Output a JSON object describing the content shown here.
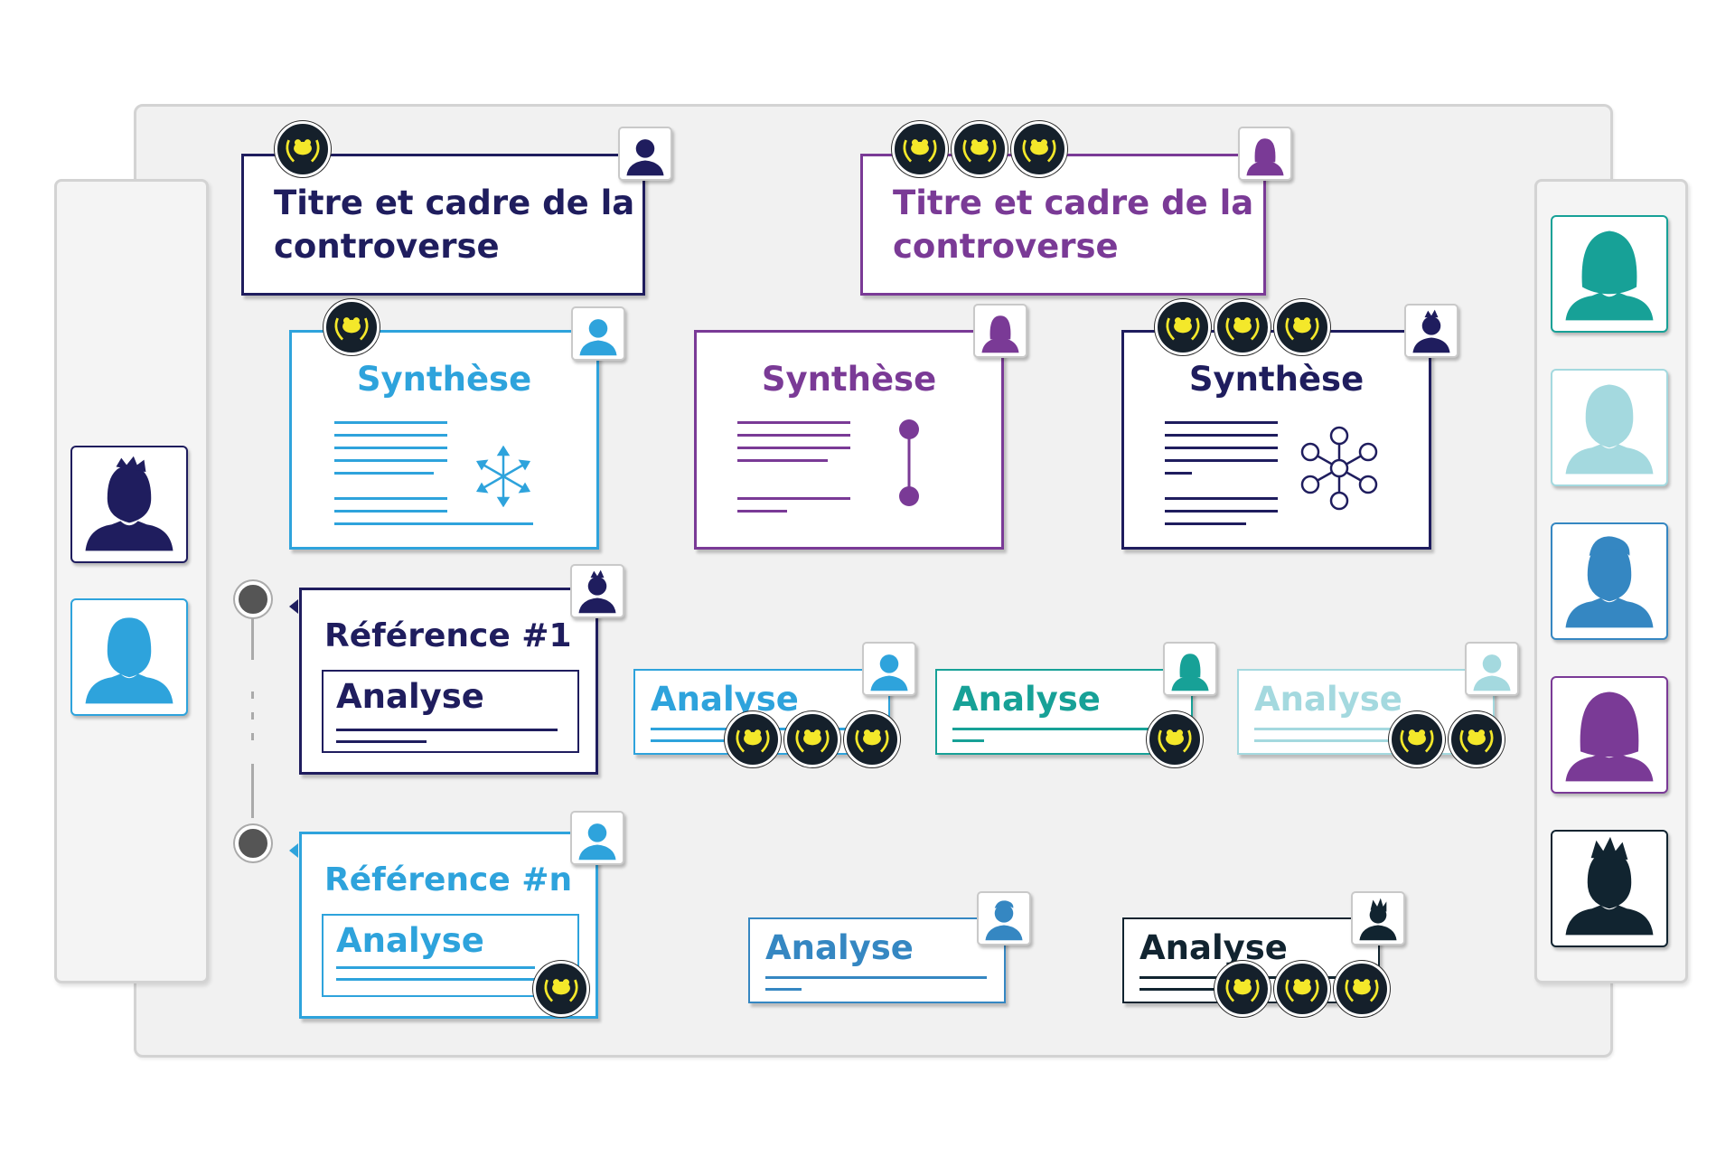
{
  "colors": {
    "navy": "#1f1d5e",
    "purple": "#7a3a96",
    "blue": "#2ea3dc",
    "teal": "#17a197",
    "lightteal": "#a4d9df",
    "steel": "#3587c2",
    "dark": "#112430",
    "gold": "#f4e82a"
  },
  "cards": {
    "title_1": "Titre et cadre de la controverse",
    "title_2": "Titre et cadre de la controverse",
    "synth_1": "Synthèse",
    "synth_2": "Synthèse",
    "synth_3": "Synthèse",
    "ref_1": "Référence #1",
    "ref_n": "Référence #n",
    "analyse_ref1": "Analyse",
    "analyse_refn": "Analyse",
    "analyse_a": "Analyse",
    "analyse_b": "Analyse",
    "analyse_c": "Analyse",
    "analyse_d": "Analyse",
    "analyse_e": "Analyse"
  },
  "icons": {
    "badge": "laurel-frog-badge-icon",
    "user": "user-silhouette-icon",
    "diagram_star": "snowflake-arrows-icon",
    "diagram_link": "two-node-link-icon",
    "diagram_network": "hub-network-icon"
  }
}
